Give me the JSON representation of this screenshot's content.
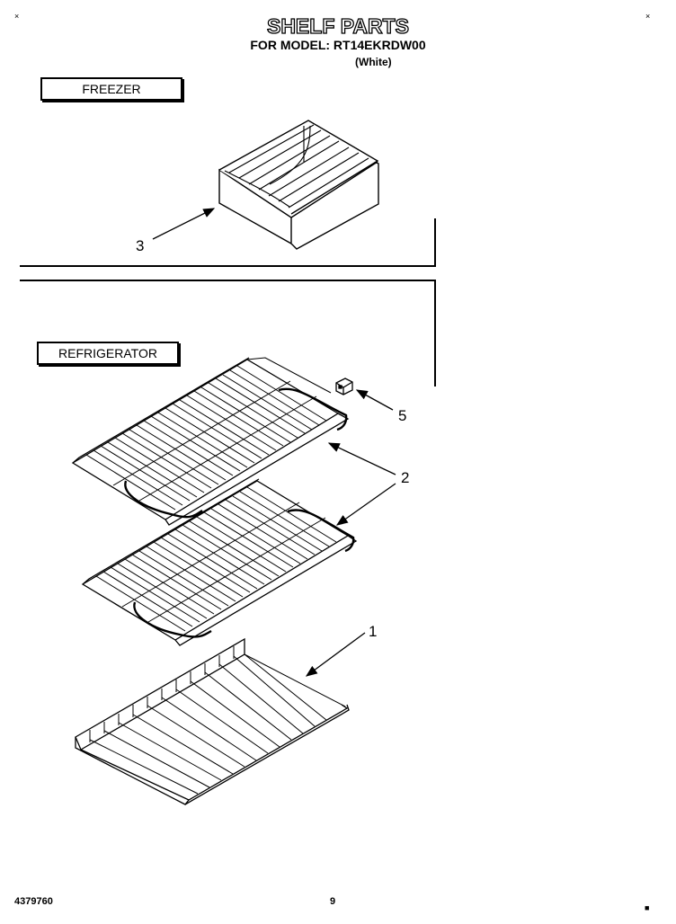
{
  "header": {
    "title": "SHELF PARTS",
    "model_line": "FOR MODEL: RT14EKRDW00",
    "color_note": "(White)"
  },
  "sections": {
    "freezer_label": "FREEZER",
    "refrigerator_label": "REFRIGERATOR"
  },
  "callouts": {
    "part_3": "3",
    "part_5": "5",
    "part_2": "2",
    "part_1": "1"
  },
  "footer": {
    "doc_number": "4379760",
    "page_number": "9"
  },
  "marks": {
    "corner_mark": "×",
    "corner_square": "■"
  }
}
